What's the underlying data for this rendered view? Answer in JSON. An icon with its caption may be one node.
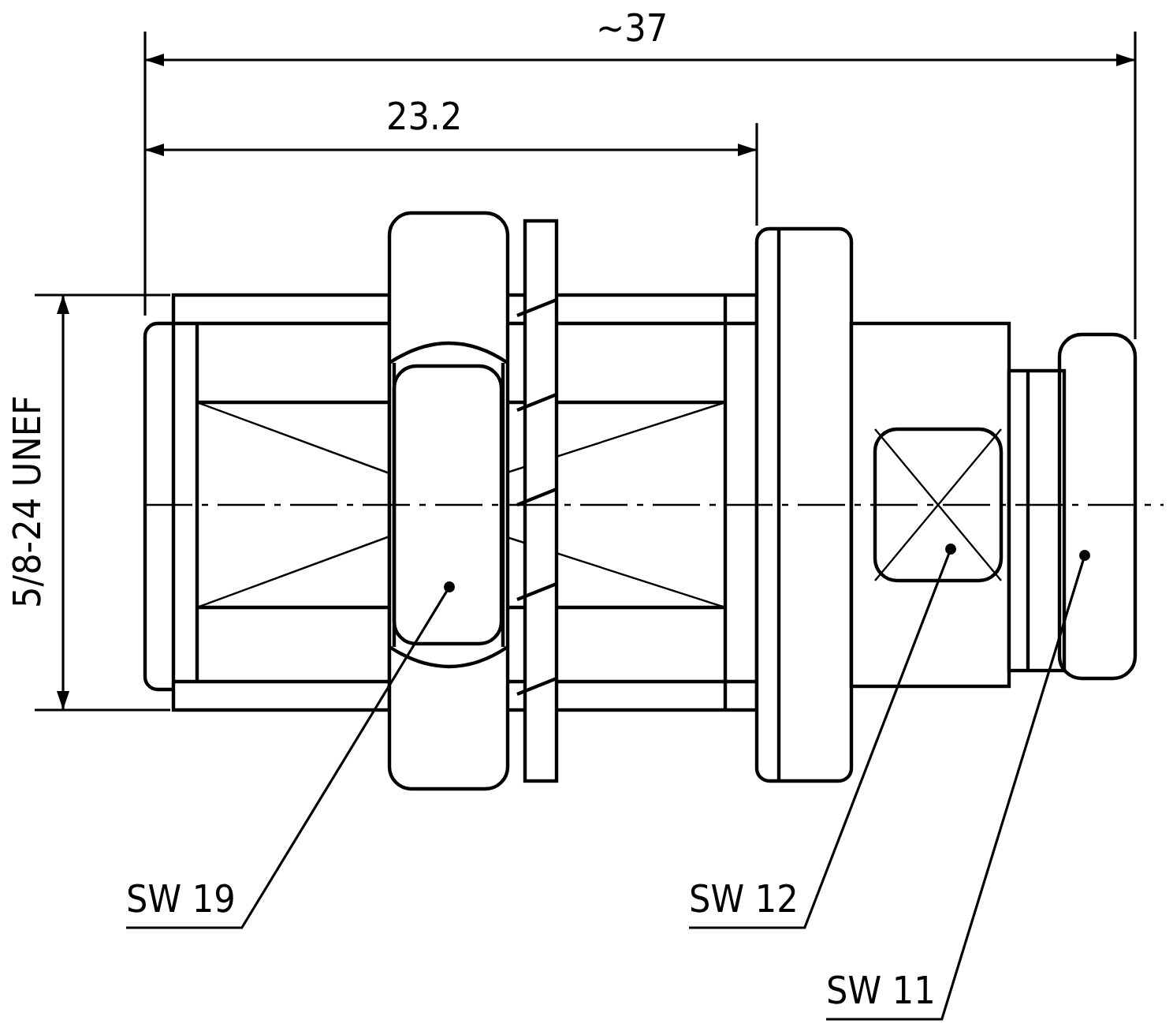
{
  "diagram": {
    "nodes": [
      {
        "text": [
          "SW 19"
        ]
      },
      {
        "text": [
          "SW 12"
        ]
      },
      {
        "text": [
          "SW 11"
        ]
      },
      {
        "text": [],
        "shape": "box"
      },
      {
        "text": [],
        "shape": "box"
      },
      {
        "text": [],
        "shape": "box"
      }
    ],
    "edges": [
      {
        "from": 0,
        "to": 3,
        "arrow": "other"
      },
      {
        "from": 1,
        "to": 4,
        "arrow": "other"
      },
      {
        "from": 2,
        "to": 5,
        "arrow": "other"
      }
    ],
    "labels": [
      "~37",
      "23.2",
      "5/8-24 UNEF"
    ]
  }
}
